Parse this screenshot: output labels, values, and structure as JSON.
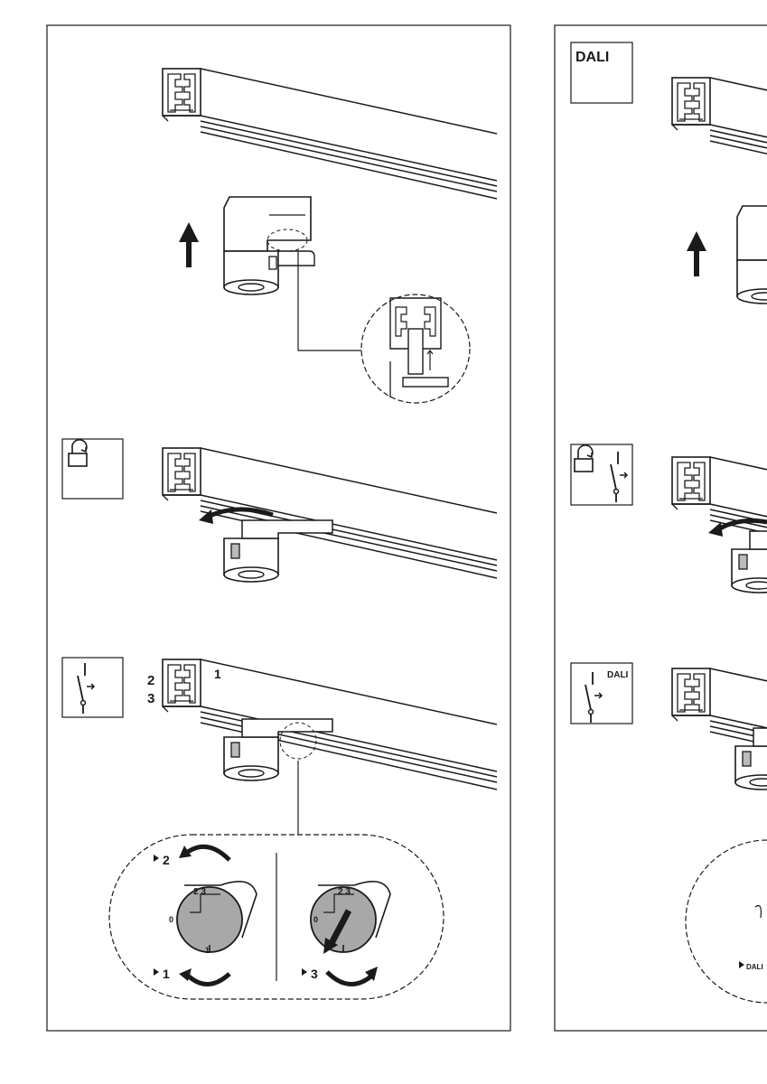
{
  "left_panel": {
    "step3": {
      "phase_numbers": [
        "2",
        "3"
      ],
      "track_phase_number": "1"
    },
    "dial_detail": {
      "left_top_setting": "2",
      "left_bottom_setting": "1",
      "right_bottom_setting": "3",
      "dial_top_numbers": "2 3",
      "dial_zero": "0",
      "dial_one": "1"
    }
  },
  "right_panel": {
    "dali_badge": "DALI",
    "switch_dali_label": "DALI",
    "dial_bottom_setting": "DALI"
  },
  "colors": {
    "line": "#1a1a1a",
    "dial_gray": "#a8a8a8",
    "background": "#ffffff"
  },
  "icons": [
    "arrow-up-icon",
    "rotate-lock-icon",
    "switch-icon",
    "curved-arrow-icon"
  ]
}
